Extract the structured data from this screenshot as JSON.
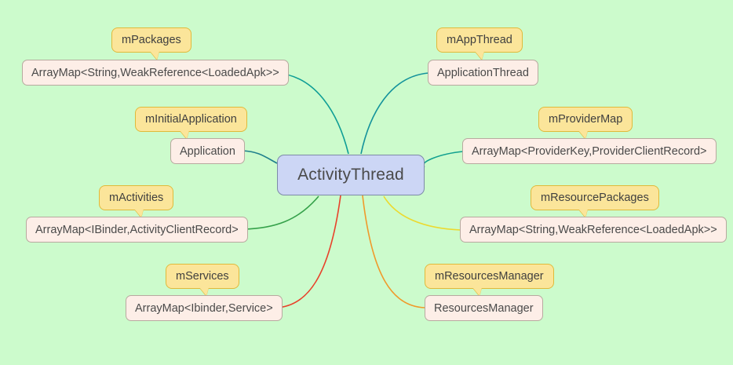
{
  "diagram": {
    "type": "mind-map",
    "background_color": "#ccfbcc",
    "root": {
      "label": "ActivityThread",
      "fill": "#ccd6f5",
      "border": "#7d8aa8"
    },
    "branches": [
      {
        "id": "m-packages",
        "field_label": "mPackages",
        "value_label": "ArrayMap<String,WeakReference<LoadedApk>>",
        "edge_color": "#0f9e96",
        "side": "left"
      },
      {
        "id": "m-initial-application",
        "field_label": "mInitialApplication",
        "value_label": "Application",
        "edge_color": "#1f7f8c",
        "side": "left"
      },
      {
        "id": "m-activities",
        "field_label": "mActivities",
        "value_label": "ArrayMap<IBinder,ActivityClientRecord>",
        "edge_color": "#35a14a",
        "side": "left"
      },
      {
        "id": "m-services",
        "field_label": "mServices",
        "value_label": "ArrayMap<Ibinder,Service>",
        "edge_color": "#e8412a",
        "side": "left"
      },
      {
        "id": "m-app-thread",
        "field_label": "mAppThread",
        "value_label": "ApplicationThread",
        "edge_color": "#13929b",
        "side": "right"
      },
      {
        "id": "m-provider-map",
        "field_label": "mProviderMap",
        "value_label": "ArrayMap<ProviderKey,ProviderClientRecord>",
        "edge_color": "#11a08f",
        "side": "right"
      },
      {
        "id": "m-resource-packages",
        "field_label": "mResourcePackages",
        "value_label": "ArrayMap<String,WeakReference<LoadedApk>>",
        "edge_color": "#ecd92e",
        "side": "right"
      },
      {
        "id": "m-resources-manager",
        "field_label": "mResourcesManager",
        "value_label": "ResourcesManager",
        "edge_color": "#f0992a",
        "side": "right"
      }
    ]
  }
}
